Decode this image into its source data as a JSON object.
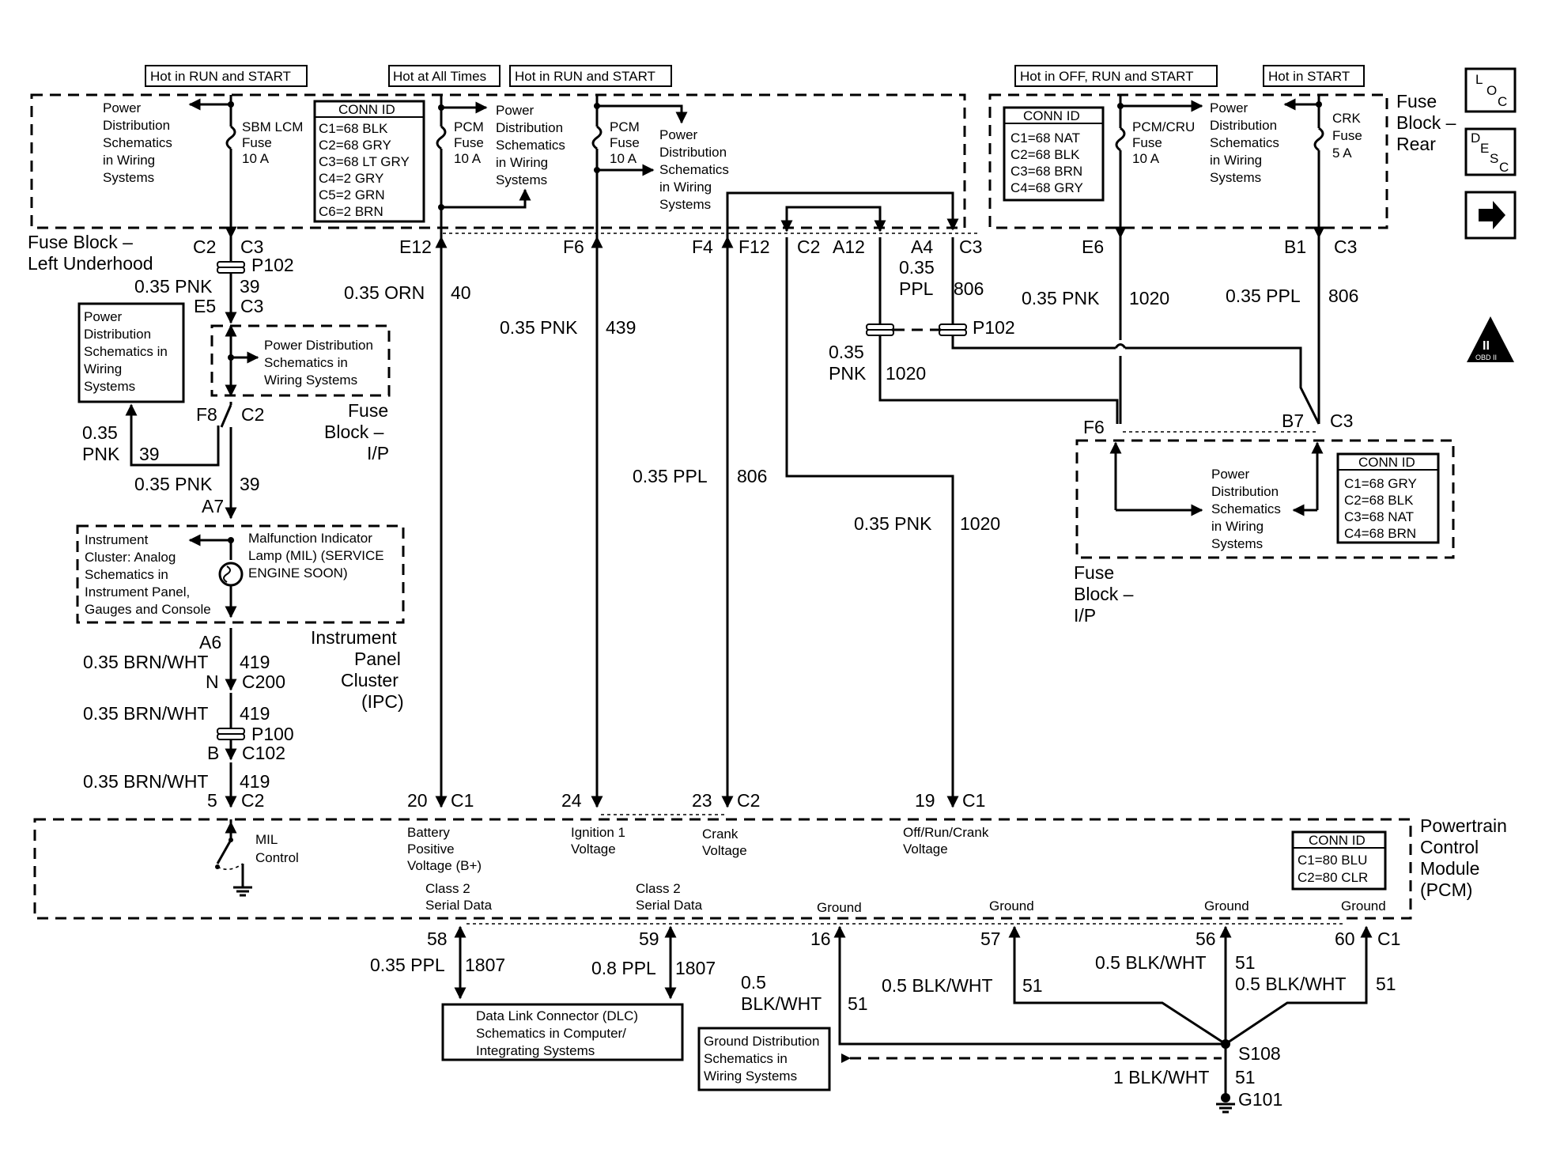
{
  "hot": {
    "run_start_1": "Hot in RUN and START",
    "all_times": "Hot at All Times",
    "run_start_2": "Hot in RUN and START",
    "off_run_start": "Hot in OFF, RUN and START",
    "start": "Hot in START"
  },
  "fuse_block_rear": {
    "title": [
      "Fuse",
      "Block –",
      "Rear"
    ],
    "conn_id_title": "CONN ID",
    "conn_id": [
      "C1=68 NAT",
      "C2=68 BLK",
      "C3=68 BRN",
      "C4=68 GRY"
    ]
  },
  "fuse_block_underhood": {
    "title": [
      "Fuse Block –",
      "Left Underhood"
    ],
    "conn_id_title": "CONN ID",
    "conn_id": [
      "C1=68 BLK",
      "C2=68 GRY",
      "C3=68 LT GRY",
      "C4=2 GRY",
      "C5=2 GRN",
      "C6=2 BRN"
    ]
  },
  "fuse_block_ip": {
    "title_1": [
      "Fuse",
      "Block –",
      "I/P"
    ],
    "title_2": [
      "Fuse",
      "Block –",
      "I/P"
    ],
    "conn_id_title": "CONN ID",
    "conn_id": [
      "C1=68 GRY",
      "C2=68 BLK",
      "C3=68 NAT",
      "C4=68 BRN"
    ]
  },
  "pcm": {
    "title": [
      "Powertrain",
      "Control",
      "Module",
      "(PCM)"
    ],
    "conn_id_title": "CONN ID",
    "conn_id": [
      "C1=80 BLU",
      "C2=80 CLR"
    ]
  },
  "ipc": {
    "title": [
      "Instrument",
      "Panel",
      "Cluster",
      "(IPC)"
    ]
  },
  "fuses": {
    "sbm": [
      "SBM LCM",
      "Fuse",
      "10 A"
    ],
    "pcm_a": [
      "PCM",
      "Fuse",
      "10 A"
    ],
    "pcm_b": [
      "PCM",
      "Fuse",
      "10 A"
    ],
    "pcm_cru": [
      "PCM/CRU",
      "Fuse",
      "10 A"
    ],
    "crk": [
      "CRK",
      "Fuse",
      "5 A"
    ]
  },
  "refs": {
    "pds": [
      "Power",
      "Distribution",
      "Schematics",
      "in Wiring",
      "Systems"
    ],
    "pds_b": [
      "Power",
      "Distribution",
      "Schematics in",
      "Wiring",
      "Systems"
    ],
    "pds_c": [
      "Power Distribution",
      "Schematics in",
      "Wiring Systems"
    ],
    "ipc_ref": [
      "Instrument",
      "Cluster: Analog",
      "Schematics in",
      "Instrument Panel,",
      "Gauges and Console"
    ],
    "mil": [
      "Malfunction Indicator",
      "Lamp (MIL) (SERVICE",
      "ENGINE SOON)"
    ],
    "dlc": [
      "Data Link Connector (DLC)",
      "Schematics in Computer/",
      "Integrating Systems"
    ],
    "ground": [
      "Ground Distribution",
      "Schematics in",
      "Wiring Systems"
    ]
  },
  "pins": {
    "c2": "C2",
    "c3": "C3",
    "p102": "P102",
    "e5": "E5",
    "f8": "F8",
    "a7": "A7",
    "a6": "A6",
    "n": "N",
    "c200": "C200",
    "p100": "P100",
    "b": "B",
    "c102": "C102",
    "five": "5",
    "e12": "E12",
    "f6": "F6",
    "f4": "F4",
    "f12": "F12",
    "a12": "A12",
    "a4": "A4",
    "e6": "E6",
    "b1": "B1",
    "b7": "B7",
    "c1": "C1",
    "p20": "20",
    "p24": "24",
    "p23": "23",
    "p19": "19",
    "p58": "58",
    "p59": "59",
    "p16": "16",
    "p57": "57",
    "p56": "56",
    "p60": "60",
    "s108": "S108",
    "g101": "G101"
  },
  "wires": {
    "pnk039": "0.35 PNK",
    "c039": "39",
    "orn": "0.35 ORN",
    "c40": "40",
    "pnk439": "0.35 PNK",
    "c439": "439",
    "ppl806": "0.35 PPL",
    "c806": "806",
    "ppl": [
      "0.35",
      "PPL"
    ],
    "pnk": [
      "0.35",
      "PNK"
    ],
    "pnk1020": "0.35 PNK",
    "c1020": "1020",
    "brnwht": "0.35 BRN/WHT",
    "c419": "419",
    "ppl1807": "0.35 PPL",
    "ppl08": "0.8 PPL",
    "c1807": "1807",
    "bw05": [
      "0.5",
      "BLK/WHT"
    ],
    "bw05s": "0.5 BLK/WHT",
    "c51": "51",
    "bw1": "1 BLK/WHT"
  },
  "pcm_labels": {
    "batt": [
      "Battery",
      "Positive",
      "Voltage (B+)"
    ],
    "ign": [
      "Ignition 1",
      "Voltage"
    ],
    "crank": [
      "Crank",
      "Voltage"
    ],
    "orc": [
      "Off/Run/Crank",
      "Voltage"
    ],
    "c2sd": [
      "Class 2",
      "Serial Data"
    ],
    "ground": "Ground",
    "mil": [
      "MIL",
      "Control"
    ]
  },
  "side_icons": {
    "loc": [
      "L",
      "O",
      "C"
    ],
    "desc": [
      "D",
      "E",
      "S",
      "C"
    ],
    "obd": [
      "II",
      "OBD II"
    ]
  }
}
